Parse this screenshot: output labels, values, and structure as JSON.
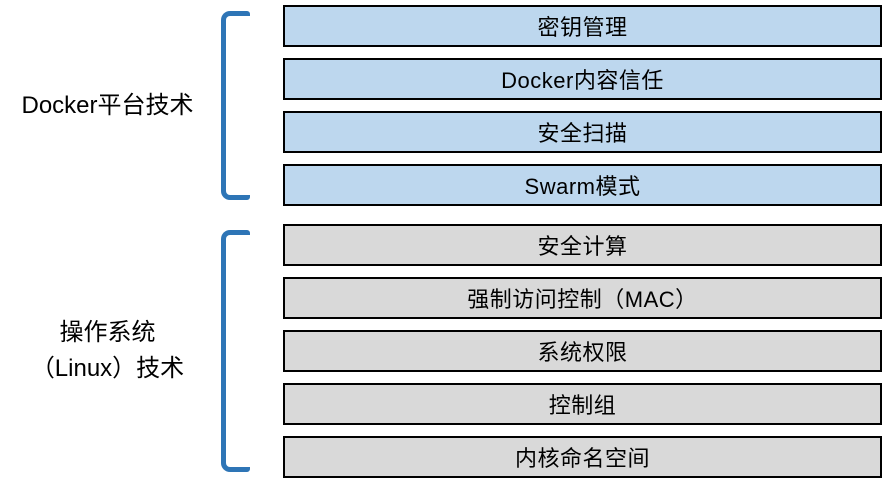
{
  "diagram": {
    "title_semantic": "docker-security-layers",
    "bracket_color": "#2e75b6",
    "border_color": "#000000",
    "groups": [
      {
        "label": "Docker平台技术",
        "label_lines": [
          "Docker平台技术"
        ],
        "box_color": "#bdd7ee",
        "items": [
          "密钥管理",
          "Docker内容信任",
          "安全扫描",
          "Swarm模式"
        ]
      },
      {
        "label": "操作系统（Linux）技术",
        "label_lines": [
          "操作系统",
          "（Linux）技术"
        ],
        "box_color": "#d9d9d9",
        "items": [
          "安全计算",
          "强制访问控制（MAC）",
          "系统权限",
          "控制组",
          "内核命名空间"
        ]
      }
    ]
  }
}
